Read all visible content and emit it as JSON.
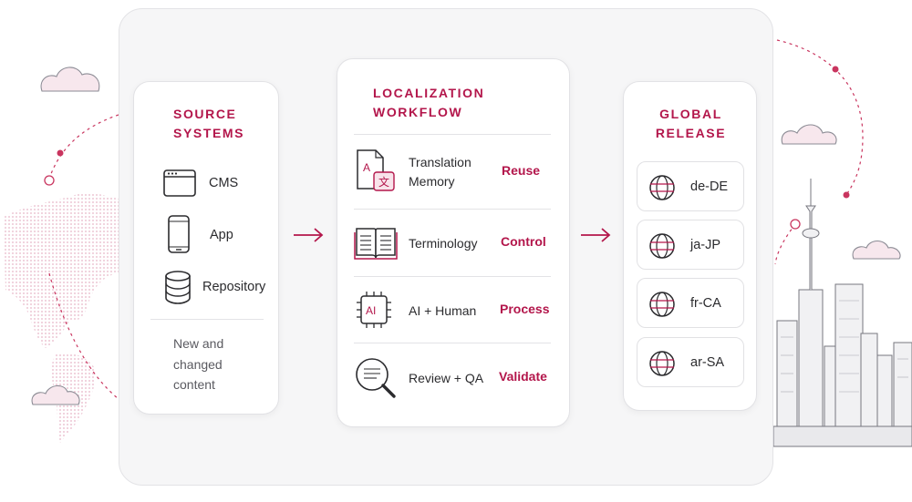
{
  "colors": {
    "accent": "#b3164b",
    "text": "#2b2b2e",
    "muted": "#5a5a60",
    "frame": "#f6f6f7",
    "border": "#e2e2e5"
  },
  "source": {
    "title": "SOURCE SYSTEMS",
    "items": [
      {
        "label": "CMS",
        "icon": "browser-window-icon"
      },
      {
        "label": "App",
        "icon": "smartphone-icon"
      },
      {
        "label": "Repository",
        "icon": "database-icon"
      }
    ],
    "note": "New and changed content"
  },
  "workflow": {
    "title": "LOCALIZATION WORKFLOW",
    "steps": [
      {
        "label": "Translation Memory",
        "action": "Reuse",
        "icon": "translate-document-icon"
      },
      {
        "label": "Terminology",
        "action": "Control",
        "icon": "open-book-icon"
      },
      {
        "label": "AI + Human",
        "action": "Process",
        "icon": "ai-chip-icon",
        "icon_text": "AI"
      },
      {
        "label": "Review + QA",
        "action": "Validate",
        "icon": "magnifier-icon"
      }
    ]
  },
  "release": {
    "title": "GLOBAL RELEASE",
    "locales": [
      {
        "label": "de-DE",
        "icon": "globe-icon"
      },
      {
        "label": "ja-JP",
        "icon": "globe-icon"
      },
      {
        "label": "fr-CA",
        "icon": "globe-icon"
      },
      {
        "label": "ar-SA",
        "icon": "globe-icon"
      }
    ]
  }
}
